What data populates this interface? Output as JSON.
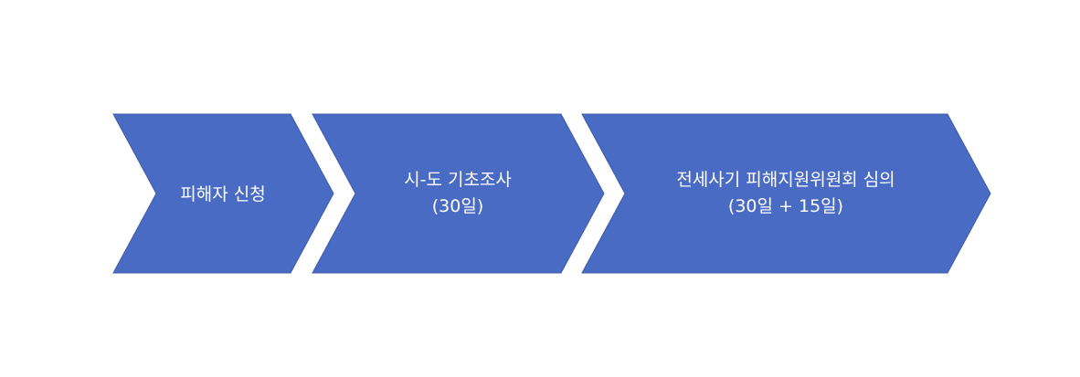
{
  "process": {
    "steps": [
      {
        "title": "피해자 신청",
        "duration": ""
      },
      {
        "title": "시-도 기초조사",
        "duration": "(30일)"
      },
      {
        "title": "전세사기 피해지원위원회 심의",
        "duration": "(30일 + 15일)"
      }
    ],
    "colors": {
      "fill": "#4a6bc4",
      "border": "#3e5ca8",
      "text": "#ffffff",
      "background": "#ffffff"
    }
  }
}
